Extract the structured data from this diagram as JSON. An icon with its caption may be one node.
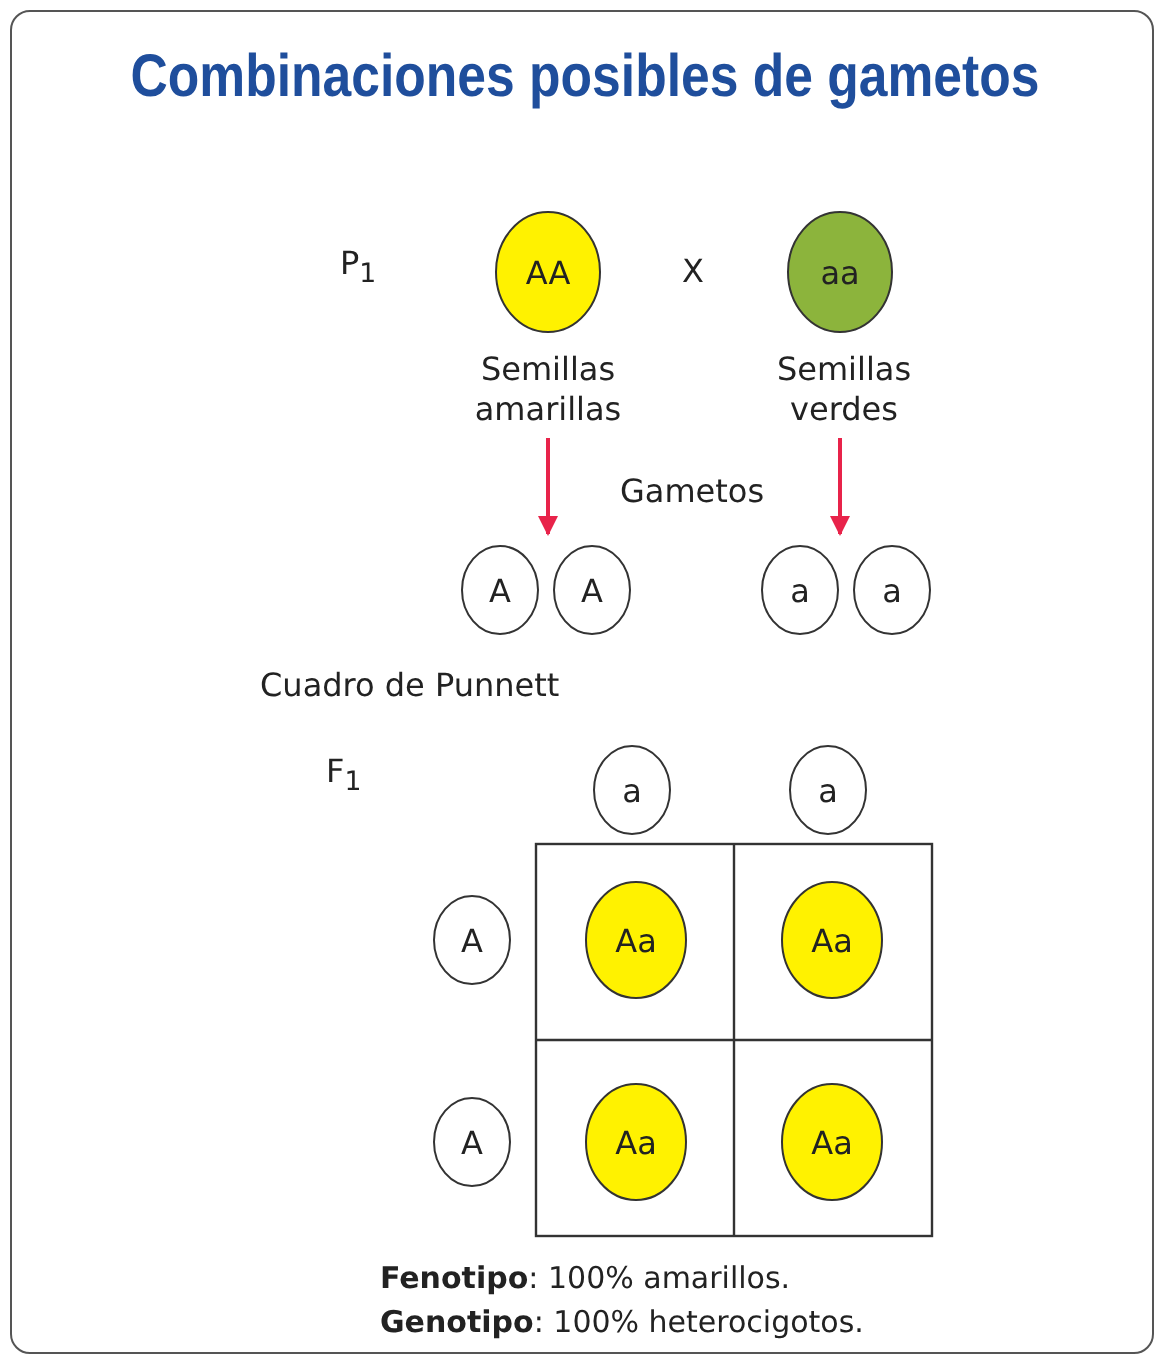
{
  "diagram": {
    "title": "Combinaciones posibles de gametos",
    "nodes": [
      {
        "text": [
          "AA"
        ],
        "beside": [
          "Semillas amarillas"
        ]
      },
      {
        "text": [
          "aa"
        ],
        "beside": [
          "Semillas verdes"
        ]
      },
      {
        "text": [
          "A"
        ]
      },
      {
        "text": [
          "A"
        ]
      },
      {
        "text": [
          "a"
        ]
      },
      {
        "text": [
          "a"
        ]
      },
      {
        "text": [
          "a"
        ]
      },
      {
        "text": [
          "a"
        ]
      },
      {
        "text": [
          "A"
        ]
      },
      {
        "text": [
          "Aa"
        ]
      },
      {
        "text": [
          "Aa"
        ]
      },
      {
        "text": [
          "A"
        ]
      },
      {
        "text": [
          "Aa"
        ]
      },
      {
        "text": [
          "Aa"
        ]
      }
    ],
    "edges": [
      {
        "from": 0,
        "to": 2,
        "arrow": "to",
        "color": "#e8234a"
      },
      {
        "from": 1,
        "to": 4,
        "arrow": "to",
        "color": "#e8234a"
      }
    ],
    "labels": [
      "P$_{1}$",
      "X",
      "Gametos",
      "Cuadro de Punnett",
      "F$_{1}$",
      "**Fenotipo**: 100% amarillos.",
      "**Genotipo**: 100% heterocigotos."
    ]
  }
}
